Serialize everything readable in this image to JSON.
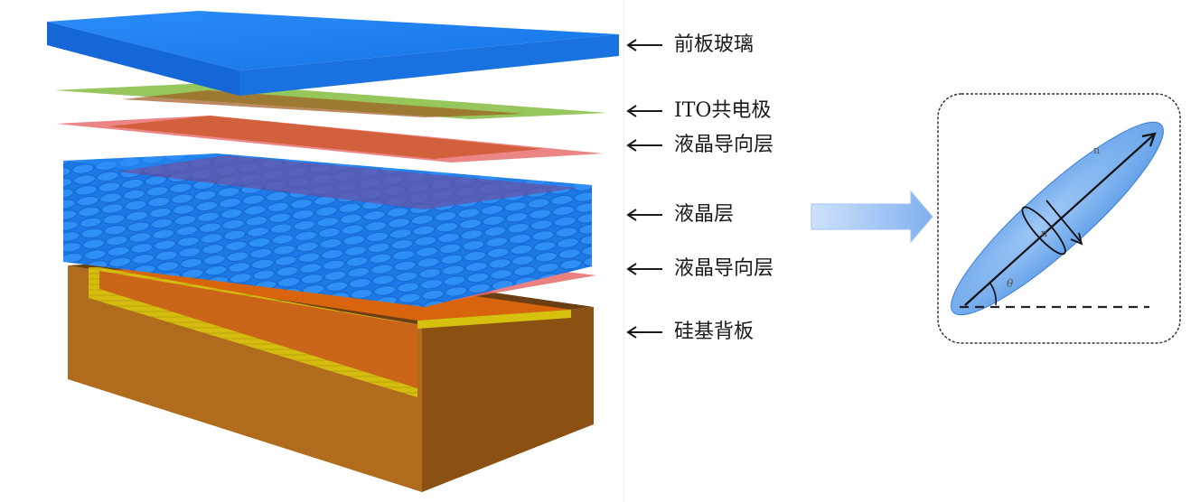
{
  "layers": [
    {
      "key": "front-glass",
      "label": "前板玻璃",
      "color": "#1f7ff0"
    },
    {
      "key": "ito-electrode",
      "label": "ITO共电极",
      "color": "#8cc04a"
    },
    {
      "key": "lc-alignment-top",
      "label": "液晶导向层",
      "color": "#e86a6a"
    },
    {
      "key": "lc-layer",
      "label": "液晶层",
      "color": "#1f86f2"
    },
    {
      "key": "lc-alignment-bottom",
      "label": "液晶导向层",
      "color": "#e86a6a"
    },
    {
      "key": "silicon-backplane",
      "label": "硅基背板",
      "color": "#b06c1c"
    }
  ],
  "molecule_detail": {
    "symbols": [
      "n",
      "n",
      "θ"
    ]
  }
}
